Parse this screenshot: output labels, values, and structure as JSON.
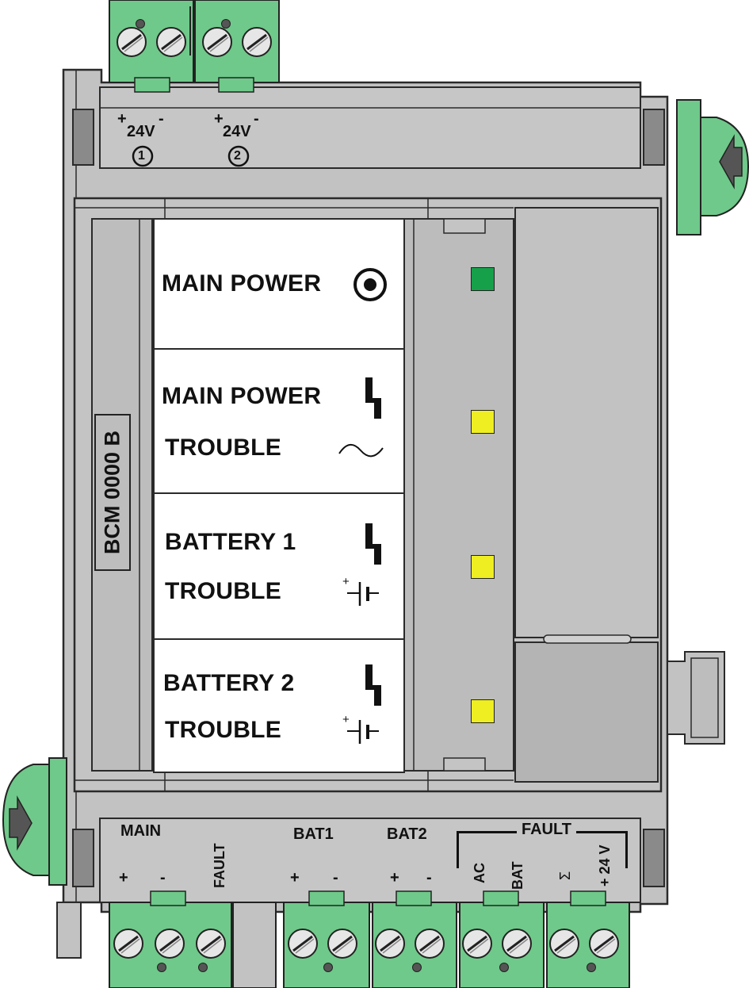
{
  "module": {
    "model": "BCM 0000 B"
  },
  "top_terminals": [
    {
      "plus": "+",
      "minus": "-",
      "voltage": "24V",
      "number": "1"
    },
    {
      "plus": "+",
      "minus": "-",
      "voltage": "24V",
      "number": "2"
    }
  ],
  "indicators": [
    {
      "line1": "MAIN POWER",
      "line2": "",
      "icon": "power-on-dot-icon",
      "led_color": "#16a04a"
    },
    {
      "line1": "MAIN POWER",
      "line2": "TROUBLE",
      "icon": "ac-sine-wave-icon",
      "led_color": "#eeee22"
    },
    {
      "line1": "BATTERY 1",
      "line2": "TROUBLE",
      "icon": "battery-symbol-icon",
      "led_color": "#eeee22"
    },
    {
      "line1": "BATTERY 2",
      "line2": "TROUBLE",
      "icon": "battery-symbol-icon",
      "led_color": "#eeee22"
    }
  ],
  "bottom_terminals": {
    "main": {
      "title": "MAIN",
      "plus": "+",
      "minus": "-",
      "fault": "FAULT"
    },
    "bat1": {
      "title": "BAT1",
      "plus": "+",
      "minus": "-"
    },
    "bat2": {
      "title": "BAT2",
      "plus": "+",
      "minus": "-"
    },
    "fault": {
      "title": "FAULT",
      "ac": "AC",
      "bat": "BAT",
      "sum": "Σ",
      "v24": "+ 24 V"
    }
  },
  "colors": {
    "housing": "#c0c0c0",
    "terminal_green": "#6fc98a",
    "label_panel": "#ffffff"
  }
}
